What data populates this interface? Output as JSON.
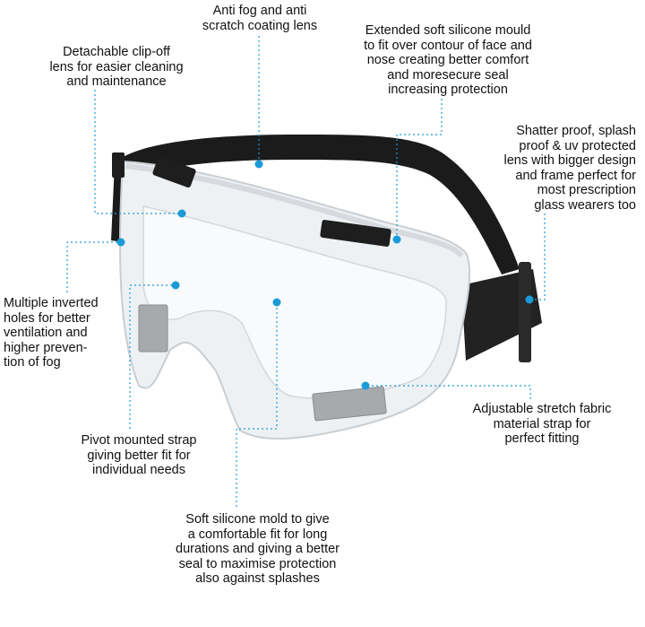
{
  "colors": {
    "callout": "#1a9bd7",
    "strap": "#1b1b1b",
    "frame": "#dfe3e6",
    "text": "#111111"
  },
  "callouts": [
    {
      "id": "anti_fog",
      "text": "Anti fog and anti\nscratch coating lens"
    },
    {
      "id": "silicone_mould",
      "text": "Extended soft silicone mould\nto fit over contour of face and\nnose creating better comfort\nand moresecure seal\nincreasing protection"
    },
    {
      "id": "clip_off",
      "text": "Detachable clip-off\nlens for easier cleaning\nand maintenance"
    },
    {
      "id": "shatter_proof",
      "text": "Shatter proof, splash\nproof & uv protected\nlens with bigger design\nand frame perfect for\nmost prescription\nglass wearers too"
    },
    {
      "id": "vent_holes",
      "text": "Multiple inverted\nholes for better\nventilation and\nhigher preven-\ntion of fog"
    },
    {
      "id": "strap",
      "text": "Adjustable stretch fabric\nmaterial strap for\nperfect fitting"
    },
    {
      "id": "pivot",
      "text": "Pivot mounted strap\ngiving better fit for\nindividual needs"
    },
    {
      "id": "soft_mold",
      "text": "Soft silicone mold to give\na comfortable fit for long\ndurations and giving a better\nseal to maximise protection\nalso against splashes"
    }
  ]
}
